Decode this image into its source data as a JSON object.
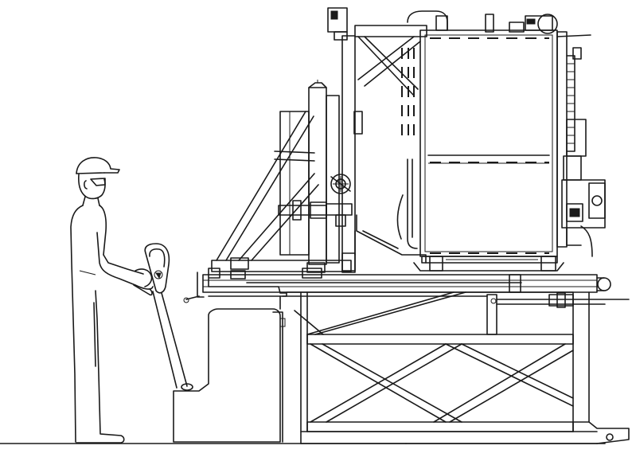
{
  "figure": {
    "description_none": "",
    "background_color": "#ffffff",
    "line_color": "#1a1a1a",
    "icons": [
      "operator-figure",
      "pallet-jack",
      "rotating-frame",
      "container-cabinet",
      "support-table",
      "ground-line"
    ]
  }
}
